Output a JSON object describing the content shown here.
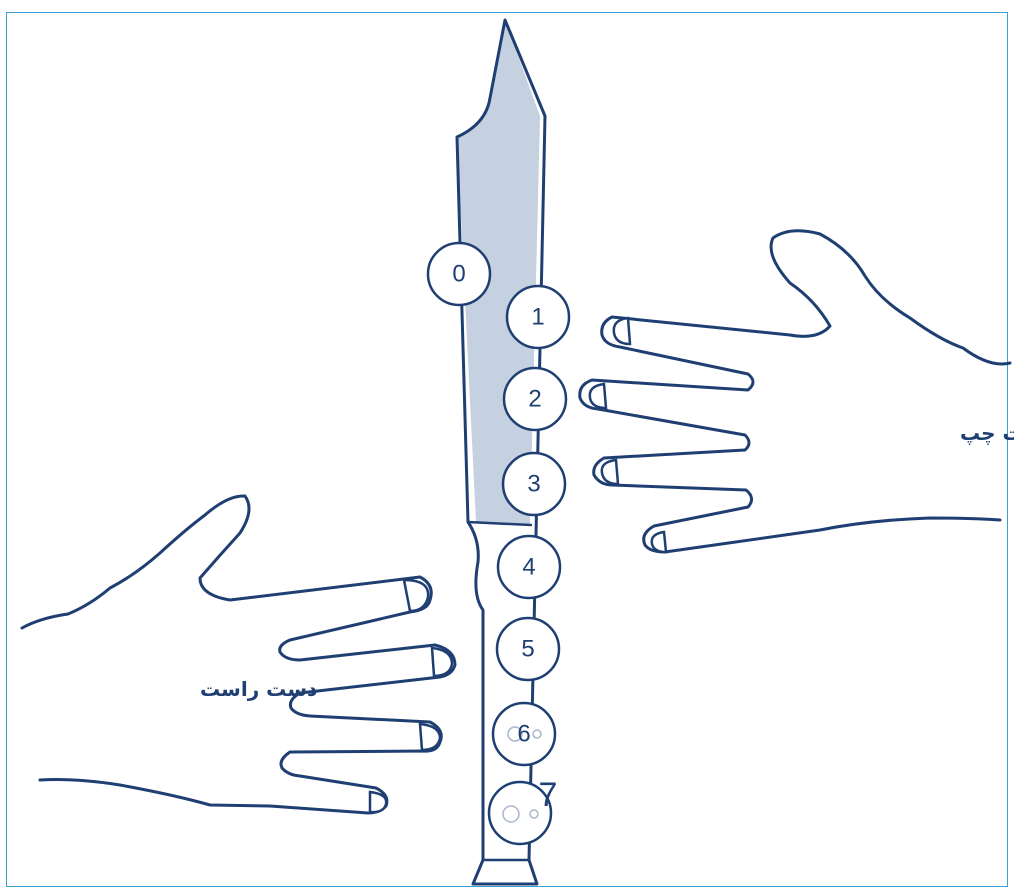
{
  "holes": [
    {
      "label": "0",
      "kind": "thumb"
    },
    {
      "label": "1",
      "kind": "left"
    },
    {
      "label": "2",
      "kind": "left"
    },
    {
      "label": "3",
      "kind": "left"
    },
    {
      "label": "4",
      "kind": "right"
    },
    {
      "label": "5",
      "kind": "right"
    },
    {
      "label": "6",
      "kind": "right-double"
    },
    {
      "label": "7",
      "kind": "right-double"
    }
  ],
  "left_hand_label": "دست چپ",
  "right_hand_label": "دست راست",
  "colors": {
    "outline": "#1f3f73",
    "upper_body_fill": "#c5d0e0",
    "frame": "#3aa0d6"
  }
}
